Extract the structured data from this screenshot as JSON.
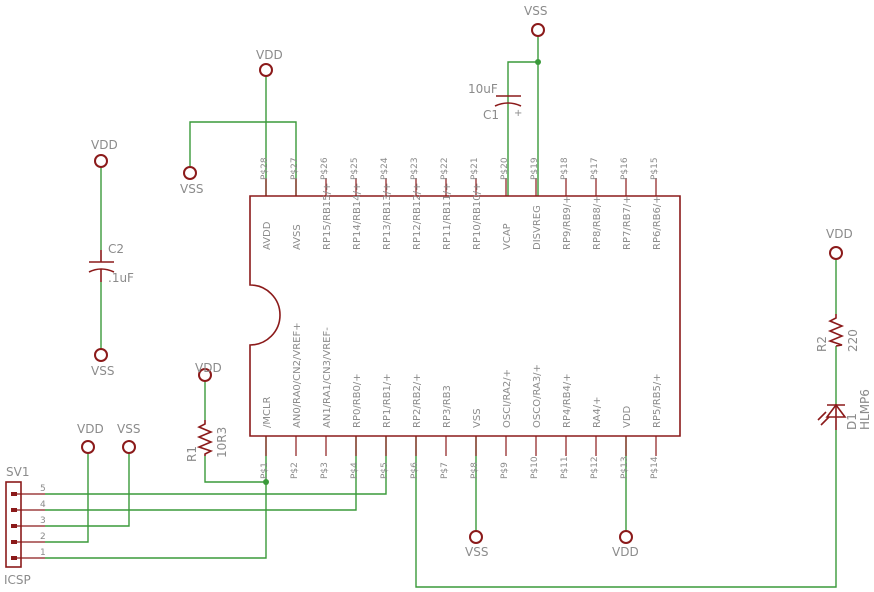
{
  "chip": {
    "top_pins": [
      "P$28",
      "P$27",
      "P$26",
      "P$25",
      "P$24",
      "P$23",
      "P$22",
      "P$21",
      "P$20",
      "P$19",
      "P$18",
      "P$17",
      "P$16",
      "P$15"
    ],
    "bottom_pins": [
      "P$1",
      "P$2",
      "P$3",
      "P$4",
      "P$5",
      "P$6",
      "P$7",
      "P$8",
      "P$9",
      "P$10",
      "P$11",
      "P$12",
      "P$13",
      "P$14"
    ],
    "top_signals": [
      "AVDD",
      "AVSS",
      "RP15/RB15/+",
      "RP14/RB14/+",
      "RP13/RB13/+",
      "RP12/RB12/+",
      "RP11/RB11/+",
      "RP10/RB10/+",
      "VCAP",
      "DISVREG",
      "RP9/RB9/+",
      "RP8/RB8/+",
      "RP7/RB7/+",
      "RP6/RB6/+"
    ],
    "bottom_signals": [
      "/MCLR",
      "AN0/RA0/CN2/VREF+",
      "AN1/RA1/CN3/VREF-",
      "RP0/RB0/+",
      "RP1/RB1/+",
      "RP2/RB2/+",
      "RP3/RB3",
      "VSS",
      "OSCI/RA2/+",
      "OSCO/RA3/+",
      "RP4/RB4/+",
      "RA4/+",
      "VDD",
      "RP5/RB5/+"
    ]
  },
  "supplies": {
    "vdd_avdd": "VDD",
    "vss_avss": "VSS",
    "vss_top": "VSS",
    "vdd_c2": "VDD",
    "vss_c2": "VSS",
    "vdd_r1": "VDD",
    "vdd_icsp": "VDD",
    "vss_icsp": "VSS",
    "vss_p8": "VSS",
    "vdd_p13": "VDD",
    "vdd_led": "VDD"
  },
  "components": {
    "c1_name": "C1",
    "c1_value": "10uF",
    "c1_polarity": "+",
    "c2_name": "C2",
    "c2_value": ".1uF",
    "r1_name": "R1",
    "r1_value": "10R3",
    "r2_name": "R2",
    "r2_value": "220",
    "d1_name": "D1",
    "d1_value": "HLMP6",
    "sv1_name": "SV1",
    "sv1_value": "ICSP",
    "sv1_pins": [
      "5",
      "4",
      "3",
      "2",
      "1"
    ]
  },
  "colors": {
    "symbol": "#8b1a1a",
    "wire": "#3a9a3a",
    "text": "#8b8b8b"
  }
}
